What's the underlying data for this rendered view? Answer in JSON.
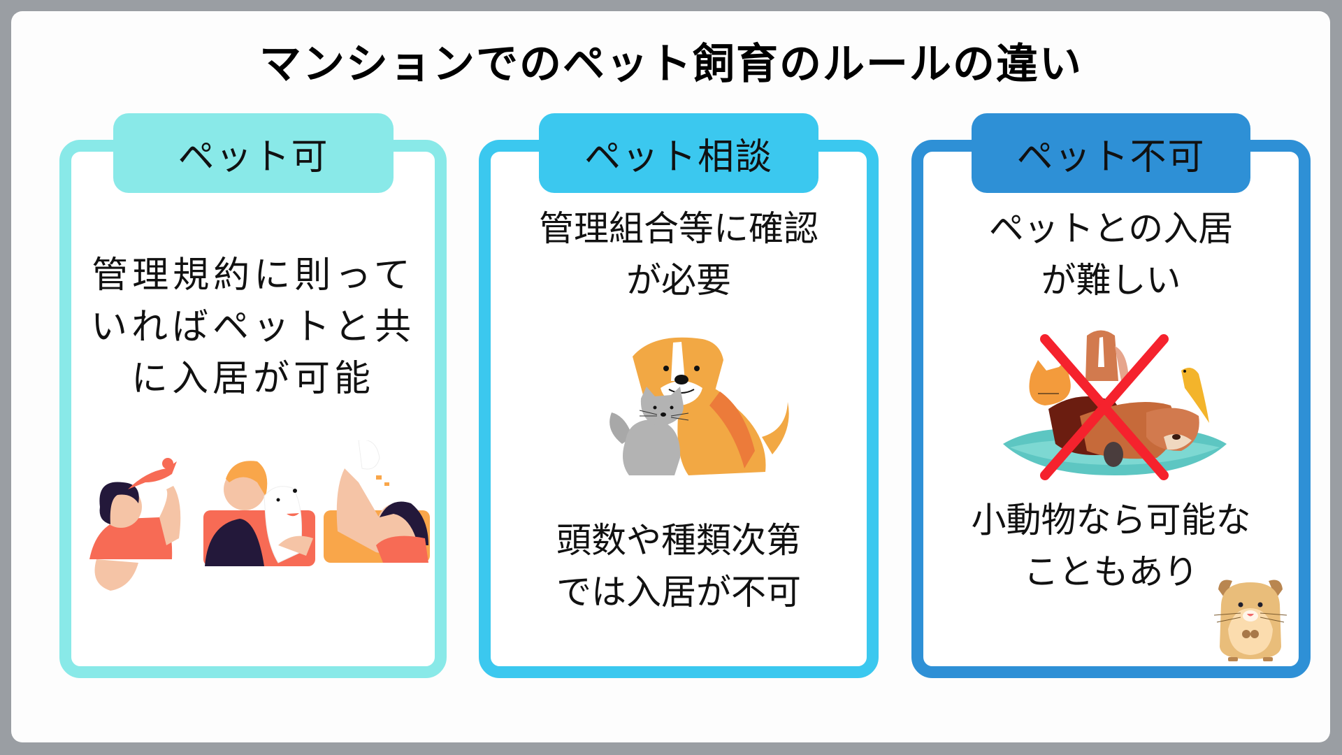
{
  "title": "マンションでのペット飼育のルールの違い",
  "colors": {
    "frame_gray": "#9a9ea3",
    "card_allowed": "#89e9e8",
    "card_consult": "#3bc8ef",
    "card_forbidden": "#2e90d6",
    "cross_red": "#f5222d"
  },
  "cards": [
    {
      "tab_label": "ペット可",
      "description": "管理規約に則って\nいればペットと共\nに入居が可能",
      "illustration": "people-with-pets-illustration"
    },
    {
      "tab_label": "ペット相談",
      "description": "管理組合等に確認\nが必要",
      "illustration": "dog-and-cat-illustration",
      "note": "頭数や種類次第\nでは入居が不可"
    },
    {
      "tab_label": "ペット不可",
      "description": "ペットとの入居\nが難しい",
      "illustration": "pets-crossed-out-illustration",
      "note": "小動物なら可能な\nこともあり",
      "extra_illustration": "hamster-illustration"
    }
  ]
}
